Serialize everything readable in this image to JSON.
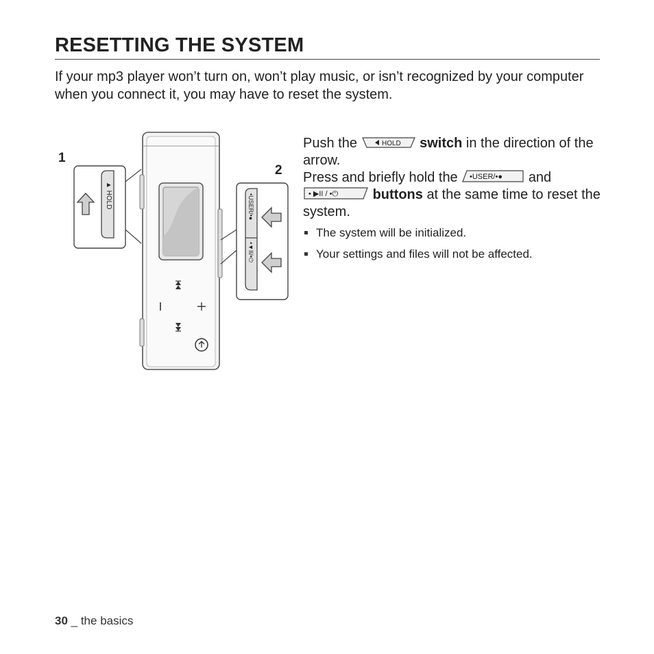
{
  "heading": "RESETTING THE SYSTEM",
  "intro": "If your mp3 player won’t turn on, won’t play music, or isn’t recognized by your computer when you connect it, you may have to reset the system.",
  "steps": {
    "step1_number": "1",
    "step2_number": "2",
    "line1_pre": "Push the",
    "line1_bold": "switch",
    "line1_post": "in the direction of the arrow.",
    "line2_pre": "Press and briefly hold the",
    "line2_and": "and",
    "line2_bold": "buttons",
    "line2_post": "at the same time to reset the system."
  },
  "bullets": [
    "The system will be initialized.",
    "Your settings and files will not be affected."
  ],
  "icons": {
    "hold_switch_label": "◂ HOLD",
    "user_button_label": "•USER/•●",
    "play_button_label": "• ▶II / •⏻",
    "device_hold_label": "HOLD",
    "device_user_label": "•USER/•●",
    "device_play_label": "•▶II/•⏻"
  },
  "footer": {
    "page_number": "30",
    "section": "_ the basics"
  }
}
